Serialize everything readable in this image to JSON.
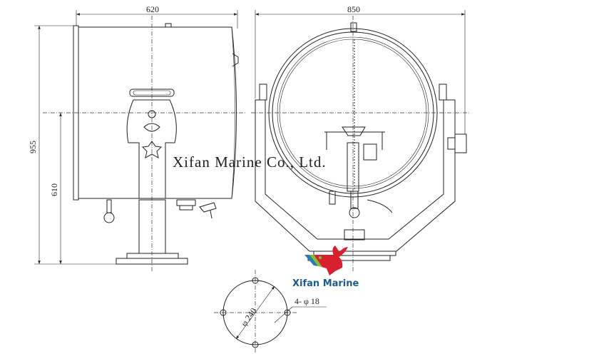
{
  "dimensions": {
    "side_width": "620",
    "front_width": "850",
    "total_height": "955",
    "center_height": "610",
    "bolt_circle": "φ 240",
    "bolt_holes": "4- φ 18"
  },
  "watermark": "Xifan Marine Co., Ltd.",
  "logo": {
    "text": "Xifan Marine",
    "text_color": "#1a5c8c",
    "whale_color": "#d9202e"
  }
}
